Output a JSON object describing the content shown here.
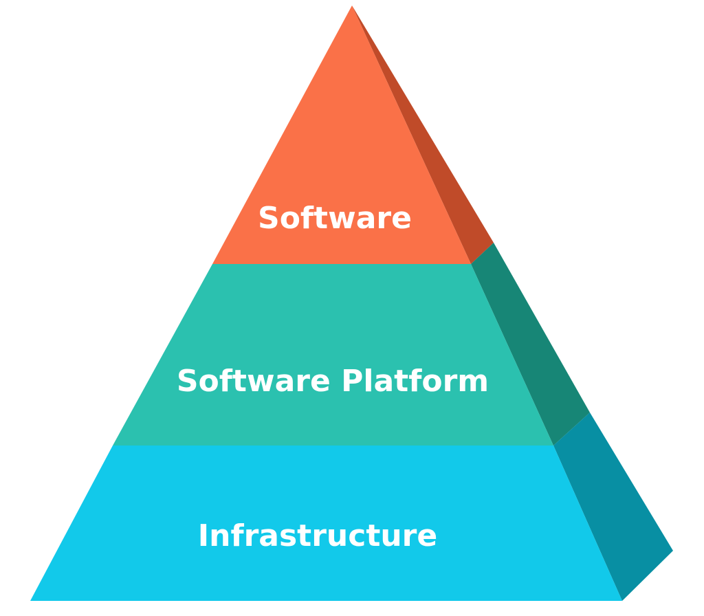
{
  "layers": [
    {
      "label": "Software",
      "front_color": "#FA7148",
      "side_color": "#C04B29"
    },
    {
      "label": "Software Platform",
      "front_color": "#2BC1AF",
      "side_color": "#178676"
    },
    {
      "label": "Infrastructure",
      "front_color": "#12C9EA",
      "side_color": "#088FA3"
    }
  ],
  "background": "#FFFFFF"
}
